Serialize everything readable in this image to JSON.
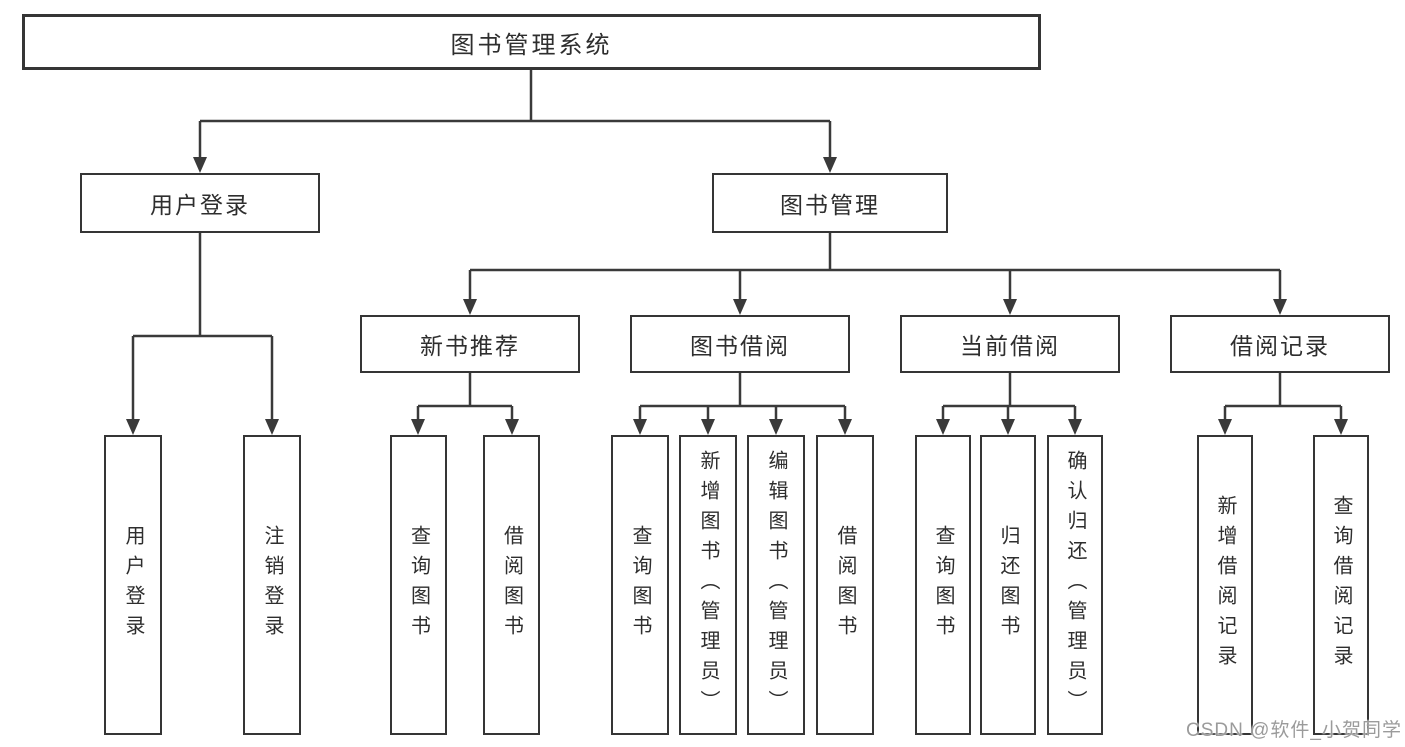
{
  "chart": {
    "root": {
      "label": "图书管理系统"
    },
    "branches": [
      {
        "label": "用户登录",
        "children": [
          {
            "label": "用户登录"
          },
          {
            "label": "注销登录"
          }
        ]
      },
      {
        "label": "图书管理",
        "children": [
          {
            "label": "新书推荐",
            "children": [
              {
                "label": "查询图书"
              },
              {
                "label": "借阅图书"
              }
            ]
          },
          {
            "label": "图书借阅",
            "children": [
              {
                "label": "查询图书"
              },
              {
                "label": "新增图书（管理员）"
              },
              {
                "label": "编辑图书（管理员）"
              },
              {
                "label": "借阅图书"
              }
            ]
          },
          {
            "label": "当前借阅",
            "children": [
              {
                "label": "查询图书"
              },
              {
                "label": "归还图书"
              },
              {
                "label": "确认归还（管理员）"
              }
            ]
          },
          {
            "label": "借阅记录",
            "children": [
              {
                "label": "新增借阅记录"
              },
              {
                "label": "查询借阅记录"
              }
            ]
          }
        ]
      }
    ]
  },
  "watermark": "CSDN @软件_小贺同学"
}
